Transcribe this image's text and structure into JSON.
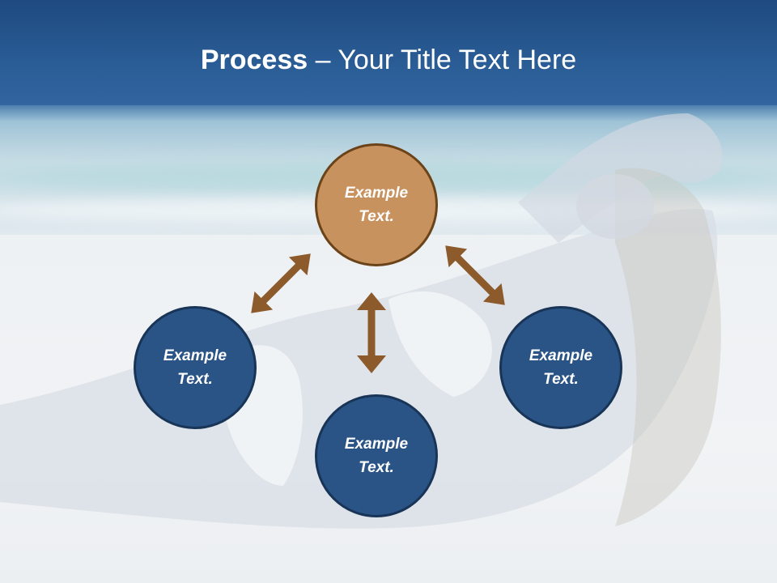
{
  "title": {
    "bold": "Process",
    "rest": " – Your Title Text Here"
  },
  "colors": {
    "title_band": "#2a5c95",
    "accent_node": "#c8925e",
    "blue_node": "#2a5486",
    "arrow": "#8c5a2b"
  },
  "nodes": {
    "top": {
      "label": "Example Text."
    },
    "left": {
      "label": "Example Text."
    },
    "right": {
      "label": "Example Text."
    },
    "bottom": {
      "label": "Example Text."
    }
  }
}
